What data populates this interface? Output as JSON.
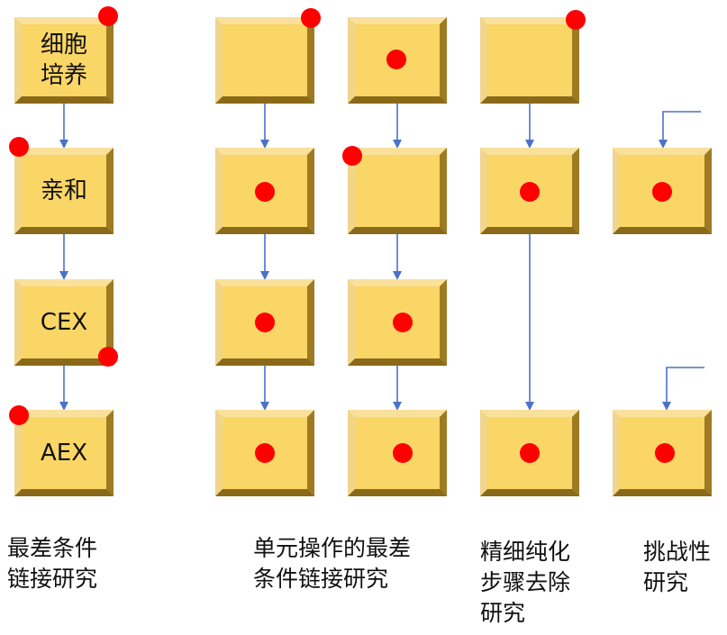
{
  "colors": {
    "block": "#fad666",
    "arrow": "#4a72c8",
    "dot": "#ff0000"
  },
  "blocks": {
    "c1r1": "细胞\n培养",
    "c1r2": "亲和",
    "c1r3": "CEX",
    "c1r4": "AEX"
  },
  "captions": {
    "worst_case_linkage": "最差条件\n链接研究",
    "unit_op_worst_case_linkage": "单元操作的最差\n条件链接研究",
    "polishing_step_removal": "精细纯化\n步骤去除\n研究",
    "challenge_study": "挑战性\n研究"
  }
}
